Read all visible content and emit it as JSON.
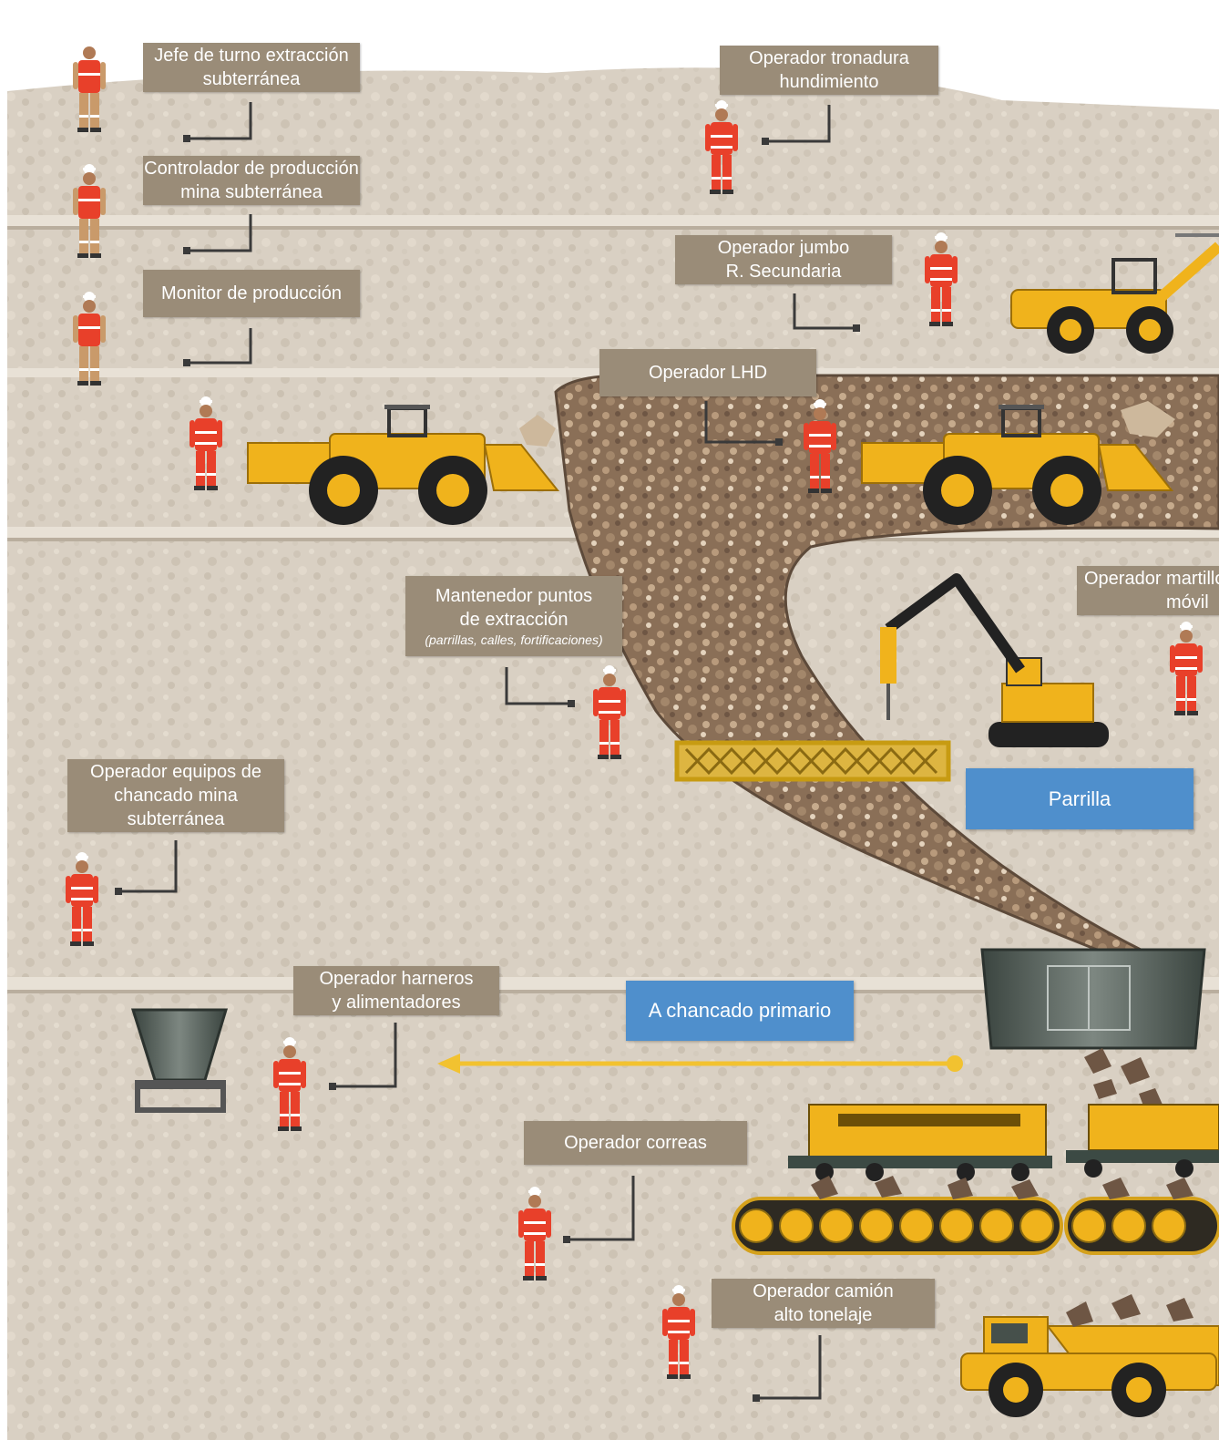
{
  "labels": {
    "jefe_turno": [
      "Jefe de turno extracción",
      "subterránea"
    ],
    "controlador": [
      "Controlador de producción",
      "mina subterránea"
    ],
    "monitor": [
      "Monitor de producción"
    ],
    "tronadura": [
      "Operador  tronadura",
      "hundimiento"
    ],
    "jumbo": [
      "Operador jumbo",
      "R. Secundaria"
    ],
    "lhd": [
      "Operador LHD"
    ],
    "martillo": [
      "Operador martillo",
      "móvil"
    ],
    "mantenedor": [
      "Mantenedor puntos",
      "de extracción"
    ],
    "mantenedor_note": "(parrillas, calles, fortificaciones)",
    "chancado_mina": [
      "Operador equipos de",
      "chancado mina",
      "subterránea"
    ],
    "harneros": [
      "Operador harneros",
      "y alimentadores"
    ],
    "correas": [
      "Operador correas"
    ],
    "camion": [
      "Operador camión",
      "alto tonelaje"
    ]
  },
  "callouts": {
    "parrilla": "Parrilla",
    "chancado_primario": "A chancado primario"
  },
  "colors": {
    "label_bg": "#9a8c78",
    "callout_bg": "#4f8fcc",
    "rock": "#d9d0c3",
    "vest": "#e8402a",
    "machine": "#f0b31c",
    "arrow": "#f2c230"
  },
  "icons": [
    "worker-icon",
    "lhd-loader-icon",
    "jumbo-drill-icon",
    "rock-breaker-icon",
    "grizzly-icon",
    "hopper-icon",
    "train-icon",
    "conveyor-icon",
    "haul-truck-icon"
  ]
}
